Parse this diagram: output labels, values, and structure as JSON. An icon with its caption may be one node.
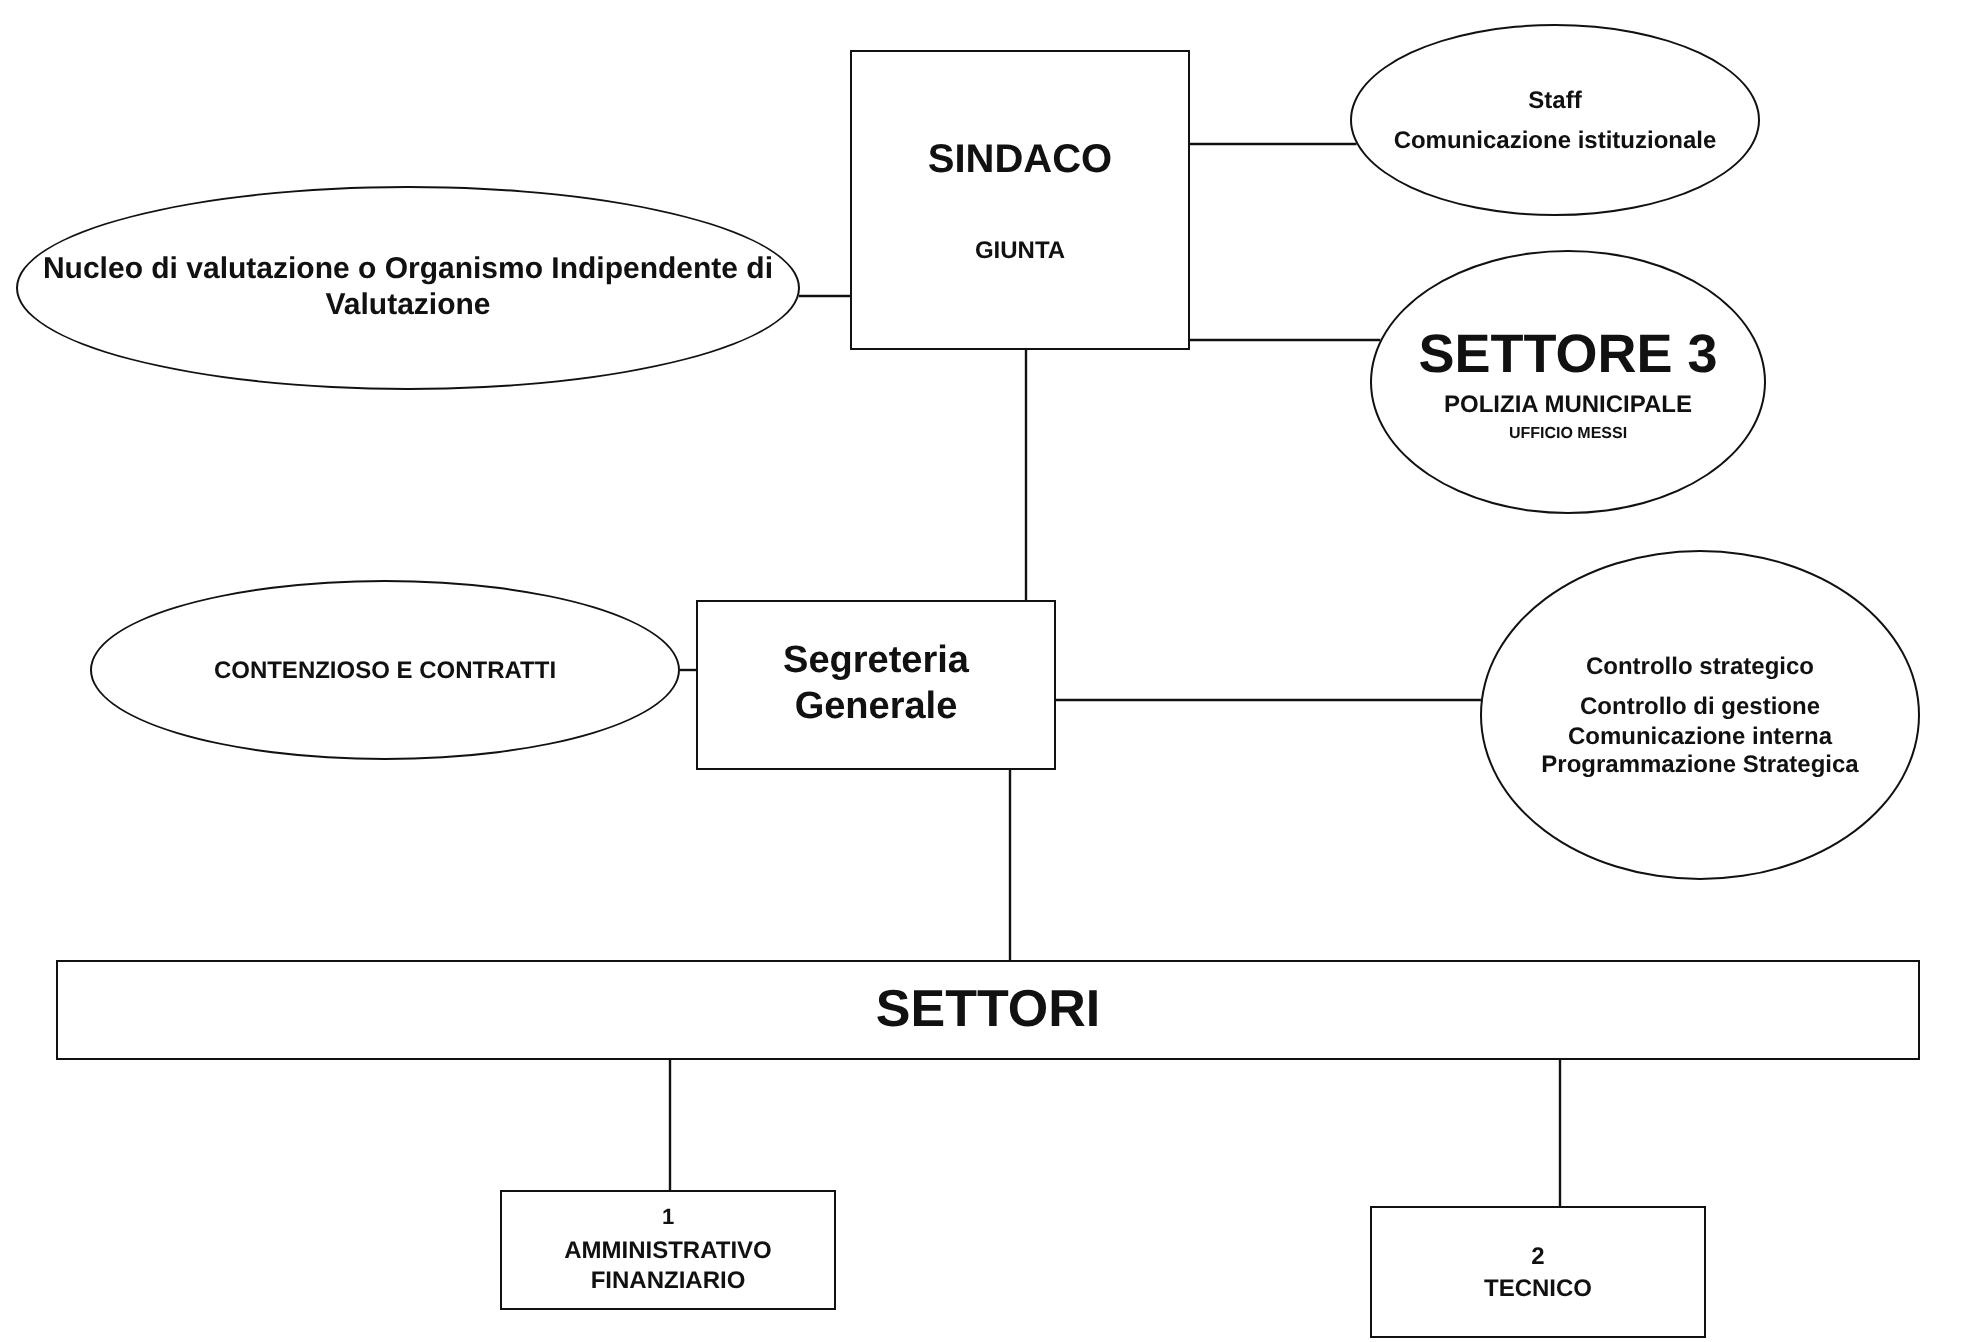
{
  "diagram": {
    "nodes": [
      {
        "text": [
          "SINDACO",
          "GIUNTA"
        ]
      },
      {
        "text": [
          "Staff",
          "Comunicazione istituzionale"
        ]
      },
      {
        "text": [
          "Nucleo di valutazione o Organismo Indipendente di Valutazione"
        ]
      },
      {
        "text": [
          "SETTORE 3",
          "POLIZIA MUNICIPALE",
          "UFFICIO MESSI"
        ]
      },
      {
        "text": [
          "CONTENZIOSO E CONTRATTI"
        ]
      },
      {
        "text": [
          "Segreteria Generale"
        ]
      },
      {
        "text": [
          "Controllo strategico",
          "Controllo di gestione Comunicazione interna Programmazione Strategica"
        ]
      },
      {
        "text": [
          "SETTORI"
        ]
      },
      {
        "text": [
          "1",
          "AMMINISTRATIVO FINANZIARIO"
        ]
      },
      {
        "text": [
          "2",
          "TECNICO"
        ]
      }
    ],
    "edges": [
      {
        "from": 0,
        "to": 1,
        "arrow": "none"
      },
      {
        "from": 2,
        "to": 0,
        "arrow": "none"
      },
      {
        "from": 0,
        "to": 3,
        "arrow": "none"
      },
      {
        "from": 0,
        "to": 5,
        "arrow": "none"
      },
      {
        "from": 4,
        "to": 5,
        "arrow": "none"
      },
      {
        "from": 5,
        "to": 6,
        "arrow": "none"
      },
      {
        "from": 5,
        "to": 7,
        "arrow": "none"
      },
      {
        "from": 7,
        "to": 8,
        "arrow": "none"
      },
      {
        "from": 7,
        "to": 9,
        "arrow": "none"
      }
    ]
  }
}
